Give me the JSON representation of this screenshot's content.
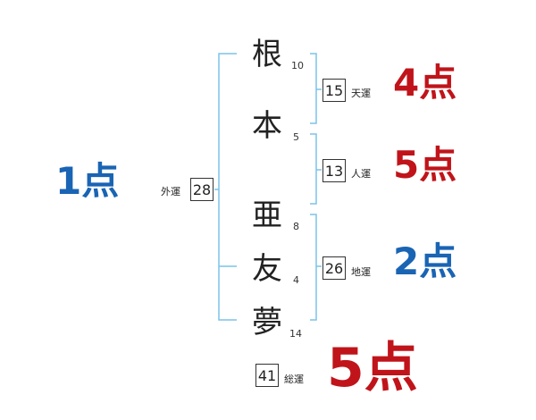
{
  "name_chars": [
    {
      "char": "根",
      "strokes": "10"
    },
    {
      "char": "本",
      "strokes": "5"
    },
    {
      "char": "亜",
      "strokes": "8"
    },
    {
      "char": "友",
      "strokes": "4"
    },
    {
      "char": "夢",
      "strokes": "14"
    }
  ],
  "fortunes": {
    "ten": {
      "label": "天運",
      "value": "15",
      "score": "4点"
    },
    "jin": {
      "label": "人運",
      "value": "13",
      "score": "5点"
    },
    "chi": {
      "label": "地運",
      "value": "26",
      "score": "2点"
    },
    "gai": {
      "label": "外運",
      "value": "28",
      "score": "1点"
    },
    "so": {
      "label": "総運",
      "value": "41",
      "score": "5点"
    }
  },
  "colors": {
    "bracket": "#7cc3e8",
    "score_red": "#c0141a",
    "score_blue": "#1a64b4"
  }
}
